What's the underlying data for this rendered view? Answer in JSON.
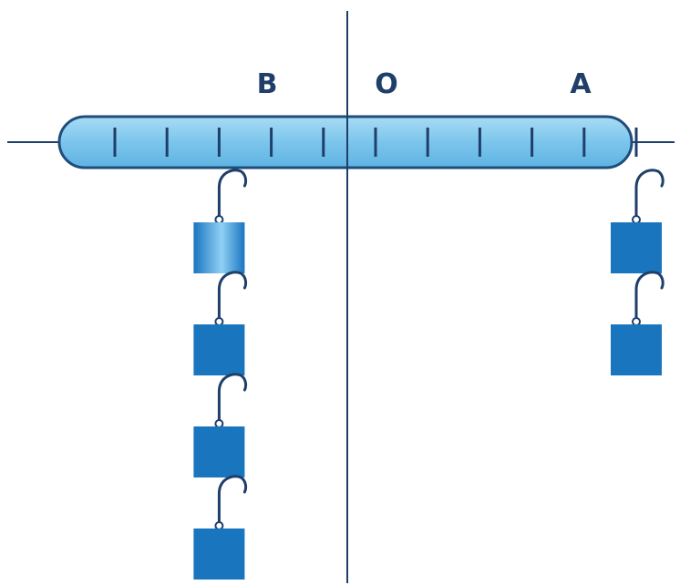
{
  "labels": {
    "left": "B",
    "center": "O",
    "right": "A"
  },
  "colors": {
    "axis": "#1f3f6a",
    "lever_fill": "#7dc6ee",
    "lever_stroke": "#1f4d7a",
    "weight": "#1a75bf",
    "weight_gradient_light": "#8fd0f5",
    "hook": "#1f3f6a",
    "label": "#1f3f6a"
  },
  "diagram": {
    "tick_count": 11,
    "hooks": [
      {
        "name": "hook-b",
        "tick_index": 2,
        "weight_count": 4
      },
      {
        "name": "hook-a",
        "tick_index": 10,
        "weight_count": 2
      }
    ]
  }
}
